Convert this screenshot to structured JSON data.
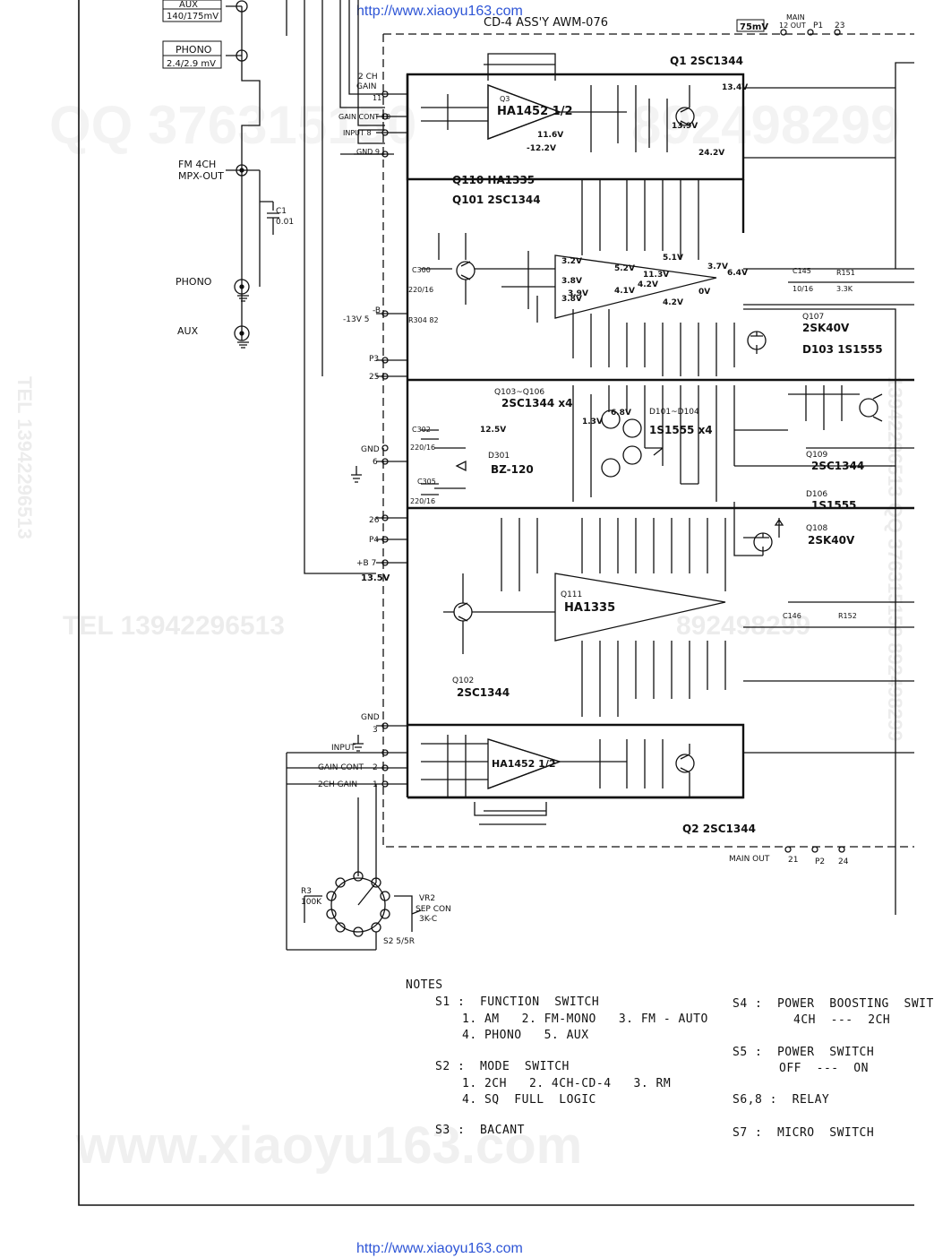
{
  "urls": {
    "top": "http://www.xiaoyu163.com",
    "bottom": "http://www.xiaoyu163.com"
  },
  "watermarks": {
    "qq_top": "QQ 376315150",
    "qq_top_tail": "892498299",
    "tel_mid": "TEL 13942296513",
    "qq_mid_tail": "892498299",
    "site": "www.xiaoyu163.com",
    "vertical_left": "TEL 13942296513",
    "vertical_right": "13942296513 QQ 376315150 892498299"
  },
  "header": {
    "assy": "CD-4 ASS'Y  AWM-076",
    "level_box": "75mV",
    "main_out_top": "MAIN",
    "main_out_top2": "12 OUT",
    "p1": "P1",
    "pin23": "23"
  },
  "left_panel": {
    "aux_top": "AUX",
    "aux_level": "140/175mV",
    "phono_box": "PHONO",
    "phono_level": "2.4/2.9 mV",
    "fm": "FM 4CH",
    "mpx": "MPX-OUT",
    "c1": "C1",
    "c1_val": "0.01",
    "phono": "PHONO",
    "aux": "AUX"
  },
  "pins": {
    "gain2ch": "2 CH",
    "gain2ch_b": "GAIN",
    "pin11": "11",
    "gain_cont": "GAIN CONT 10",
    "input8": "INPUT  8",
    "gnd9": "GND  9",
    "minus_b": "-B",
    "minus13": "-13V  5",
    "p3": "P3",
    "pin25": "25",
    "gnd": "GND",
    "pin6": "6",
    "pin26": "26",
    "p4": "P4",
    "plus_b": "+B  7",
    "v135": "13.5V",
    "gnd_b": "GND",
    "pin3": "3",
    "input_b": "INPUT",
    "gain_cont_b": "GAIN CONT",
    "pin2": "2",
    "gain2ch_low": "2CH GAIN",
    "pin1": "1",
    "main_out_b": "MAIN OUT",
    "pin21": "21",
    "p2": "P2",
    "pin24": "24"
  },
  "components": {
    "q1": "Q1 2SC1344",
    "q3": "Q3",
    "ha1452_top": "HA1452 1/2",
    "v134": "13.4V",
    "v139": "13.9V",
    "v242": "24.2V",
    "v116": "11.6V",
    "vneg122": "-12.2V",
    "q110": "Q110  HA1335",
    "q101": "Q101  2SC1344",
    "v32": "3.2V",
    "v38": "3.8V",
    "v38b": "3.8V",
    "v52": "5.2V",
    "v51": "5.1V",
    "v37": "3.7V",
    "v64": "6.4V",
    "v113": "11.3V",
    "v39": "3.9V",
    "v41": "4.1V",
    "v42": "4.2V",
    "v42b": "4.2V",
    "v0": "0V",
    "q107": "Q107",
    "sk40": "2SK40V",
    "d103": "D103  1S1555",
    "q103_106": "Q103~Q106",
    "sc1344x4": "2SC1344 x4",
    "d101_104": "D101~D104",
    "s1555x4": "1S1555 x4",
    "v13": "1.3V",
    "v68": "6.8V",
    "v125": "12.5V",
    "d301": "D301",
    "bz120": "BZ-120",
    "q109": "Q109",
    "sc1344_109": "2SC1344",
    "d106": "D106",
    "s1555_106": "1S1555",
    "q108": "Q108",
    "sk40_108": "2SK40V",
    "q111": "Q111",
    "ha1335_b": "HA1335",
    "q102": "Q102",
    "sc1344_102": "2SC1344",
    "ha1452_b": "HA1452 1/2",
    "q2": "Q2  2SC1344",
    "r3": "R3",
    "r3v": "100K",
    "vr2": "VR2",
    "sepcon": "SEP CON",
    "sep3k": "3K-C",
    "s2": "S2 5/5R",
    "c300": "C300",
    "c300v": "220/16",
    "c302": "C302",
    "c302v": "220/16",
    "c305": "C305",
    "c305v": "220/16",
    "r304": "R304 82",
    "c145": "C145",
    "c145v": "10/16",
    "r151": "R151",
    "r151v": "3.3K",
    "c146": "C146",
    "r152": "R152"
  },
  "notes": {
    "title": "NOTES",
    "s1": "S1 :  FUNCTION  SWITCH",
    "s1_opts": "1. AM   2. FM-MONO   3. FM - AUTO",
    "s1_opts2": "4. PHONO   5. AUX",
    "s2": "S2 :  MODE  SWITCH",
    "s2_opts": "1. 2CH   2. 4CH-CD-4   3. RM",
    "s2_opts2": "4. SQ  FULL  LOGIC",
    "s3": "S3 :  BACANT",
    "s4": "S4 :  POWER  BOOSTING  SWIT",
    "s4_opts": "4CH  ---  2CH",
    "s5": "S5 :  POWER  SWITCH",
    "s5_opts": "OFF  ---  ON",
    "s68": "S6,8 :  RELAY",
    "s7": "S7 :  MICRO  SWITCH"
  }
}
